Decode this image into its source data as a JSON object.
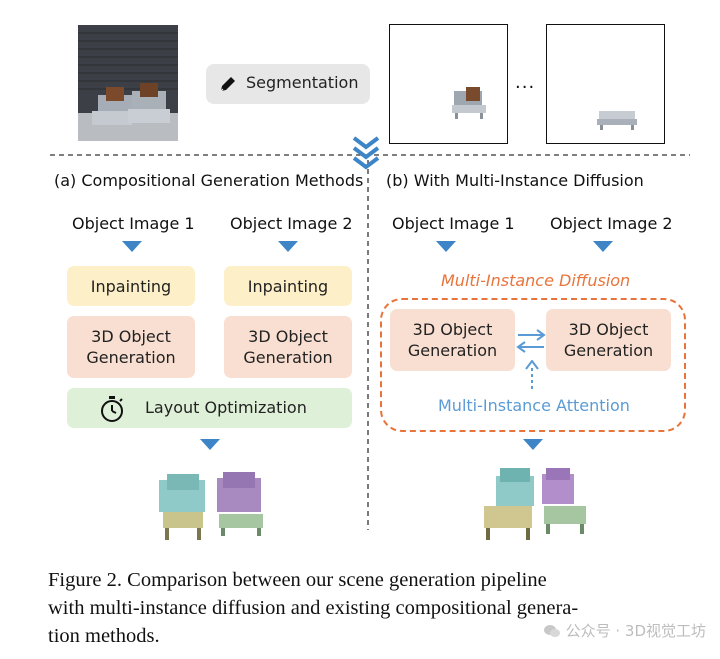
{
  "segmentation_label": "Segmentation",
  "ellipsis": "...",
  "left_panel": {
    "header": "(a) Compositional Generation Methods",
    "object_image_1": "Object Image 1",
    "object_image_2": "Object Image 2",
    "inpainting": "Inpainting",
    "gen3d_line1": "3D Object",
    "gen3d_line2": "Generation",
    "layout_optimization": "Layout Optimization"
  },
  "right_panel": {
    "header": "(b) With Multi-Instance Diffusion",
    "object_image_1": "Object Image 1",
    "object_image_2": "Object Image 2",
    "diffusion_title": "Multi-Instance Diffusion",
    "gen3d_line1": "3D Object",
    "gen3d_line2": "Generation",
    "attention_label": "Multi-Instance Attention"
  },
  "caption": {
    "line1": "Figure 2.  Comparison between our scene generation pipeline",
    "line2": "with multi-instance diffusion and existing compositional genera-",
    "line3": "tion methods."
  },
  "watermark": "公众号 · 3D视觉工坊",
  "colors": {
    "arrow_blue": "#3d85c6",
    "attention_blue": "#5b9bd5",
    "diffusion_orange": "#e8743b",
    "inpainting_bg": "#fdf0c8",
    "generation_bg": "#f9dfd1",
    "layout_bg": "#dff0d8"
  }
}
